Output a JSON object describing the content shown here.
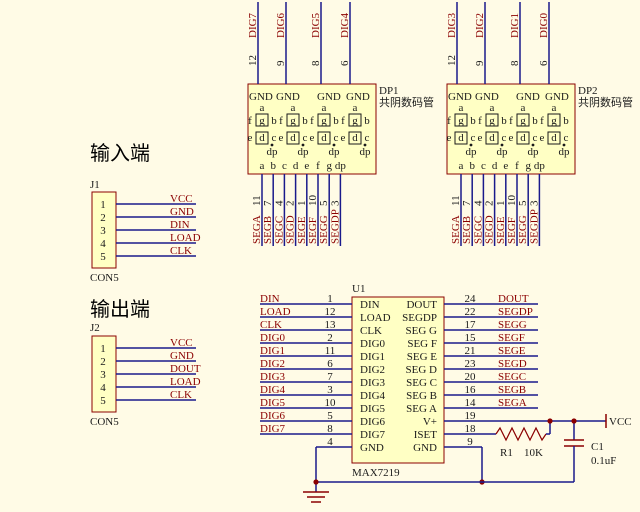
{
  "colors": {
    "background": "#fffbe6",
    "component_fill": "#ffffc4",
    "outline": "#8b0000",
    "net_wire": "#1a1a8c",
    "net_label": "#8b0000",
    "text": "#1a1a1a",
    "junction": "#8b0000"
  },
  "input_header": {
    "title": "输入端",
    "ref": "J1",
    "part": "CON5",
    "pins": [
      "1",
      "2",
      "3",
      "4",
      "5"
    ],
    "nets": [
      "VCC",
      "GND",
      "DIN",
      "LOAD",
      "CLK"
    ]
  },
  "output_header": {
    "title": "输出端",
    "ref": "J2",
    "part": "CON5",
    "pins": [
      "1",
      "2",
      "3",
      "4",
      "5"
    ],
    "nets": [
      "VCC",
      "GND",
      "DOUT",
      "LOAD",
      "CLK"
    ]
  },
  "display_common": {
    "gnd_labels": [
      "GND",
      "GND",
      "GND",
      "GND"
    ],
    "segment_top_letters": [
      "a",
      "a",
      "a",
      "a"
    ],
    "segment_mid_row": [
      "f",
      "g",
      "b"
    ],
    "segment_low_row": [
      "e",
      "d",
      "c"
    ],
    "dp_label": "dp",
    "bottom_letters": [
      "a",
      "b",
      "c",
      "d",
      "e",
      "f",
      "g",
      "dp"
    ],
    "bottom_pin_numbers": [
      "11",
      "7",
      "4",
      "2",
      "1",
      "10",
      "5",
      "3"
    ],
    "bottom_nets": [
      "SEGA",
      "SEGB",
      "SEGC",
      "SEGD",
      "SEGE",
      "SEGF",
      "SEGG",
      "SEGDP"
    ],
    "description": "共阴数码管"
  },
  "dp1": {
    "ref": "DP1",
    "top_nets": [
      "DIG7",
      "DIG6",
      "DIG5",
      "DIG4"
    ],
    "top_pin_numbers": [
      "12",
      "9",
      "8",
      "6"
    ]
  },
  "dp2": {
    "ref": "DP2",
    "top_nets": [
      "DIG3",
      "DIG2",
      "DIG1",
      "DIG0"
    ],
    "top_pin_numbers": [
      "12",
      "9",
      "8",
      "6"
    ]
  },
  "u1": {
    "ref": "U1",
    "part": "MAX7219",
    "left_pins": [
      {
        "net": "DIN",
        "num": "1",
        "name": "DIN"
      },
      {
        "net": "LOAD",
        "num": "12",
        "name": "LOAD"
      },
      {
        "net": "CLK",
        "num": "13",
        "name": "CLK"
      },
      {
        "net": "DIG0",
        "num": "2",
        "name": "DIG0"
      },
      {
        "net": "DIG1",
        "num": "11",
        "name": "DIG1"
      },
      {
        "net": "DIG2",
        "num": "6",
        "name": "DIG2"
      },
      {
        "net": "DIG3",
        "num": "7",
        "name": "DIG3"
      },
      {
        "net": "DIG4",
        "num": "3",
        "name": "DIG4"
      },
      {
        "net": "DIG5",
        "num": "10",
        "name": "DIG5"
      },
      {
        "net": "DIG6",
        "num": "5",
        "name": "DIG6"
      },
      {
        "net": "DIG7",
        "num": "8",
        "name": "DIG7"
      },
      {
        "net": "",
        "num": "4",
        "name": "GND"
      }
    ],
    "right_pins": [
      {
        "net": "DOUT",
        "num": "24",
        "name": "DOUT"
      },
      {
        "net": "SEGDP",
        "num": "22",
        "name": "SEGDP"
      },
      {
        "net": "SEGG",
        "num": "17",
        "name": "SEG G"
      },
      {
        "net": "SEGF",
        "num": "15",
        "name": "SEG F"
      },
      {
        "net": "SEGE",
        "num": "21",
        "name": "SEG E"
      },
      {
        "net": "SEGD",
        "num": "23",
        "name": "SEG D"
      },
      {
        "net": "SEGC",
        "num": "20",
        "name": "SEG C"
      },
      {
        "net": "SEGB",
        "num": "16",
        "name": "SEG B"
      },
      {
        "net": "SEGA",
        "num": "14",
        "name": "SEG A"
      },
      {
        "net": "",
        "num": "19",
        "name": "V+"
      },
      {
        "net": "",
        "num": "18",
        "name": "ISET"
      },
      {
        "net": "",
        "num": "9",
        "name": "GND"
      }
    ]
  },
  "r1": {
    "ref": "R1",
    "value": "10K"
  },
  "c1": {
    "ref": "C1",
    "value": "0.1uF"
  },
  "vcc_label": "VCC"
}
